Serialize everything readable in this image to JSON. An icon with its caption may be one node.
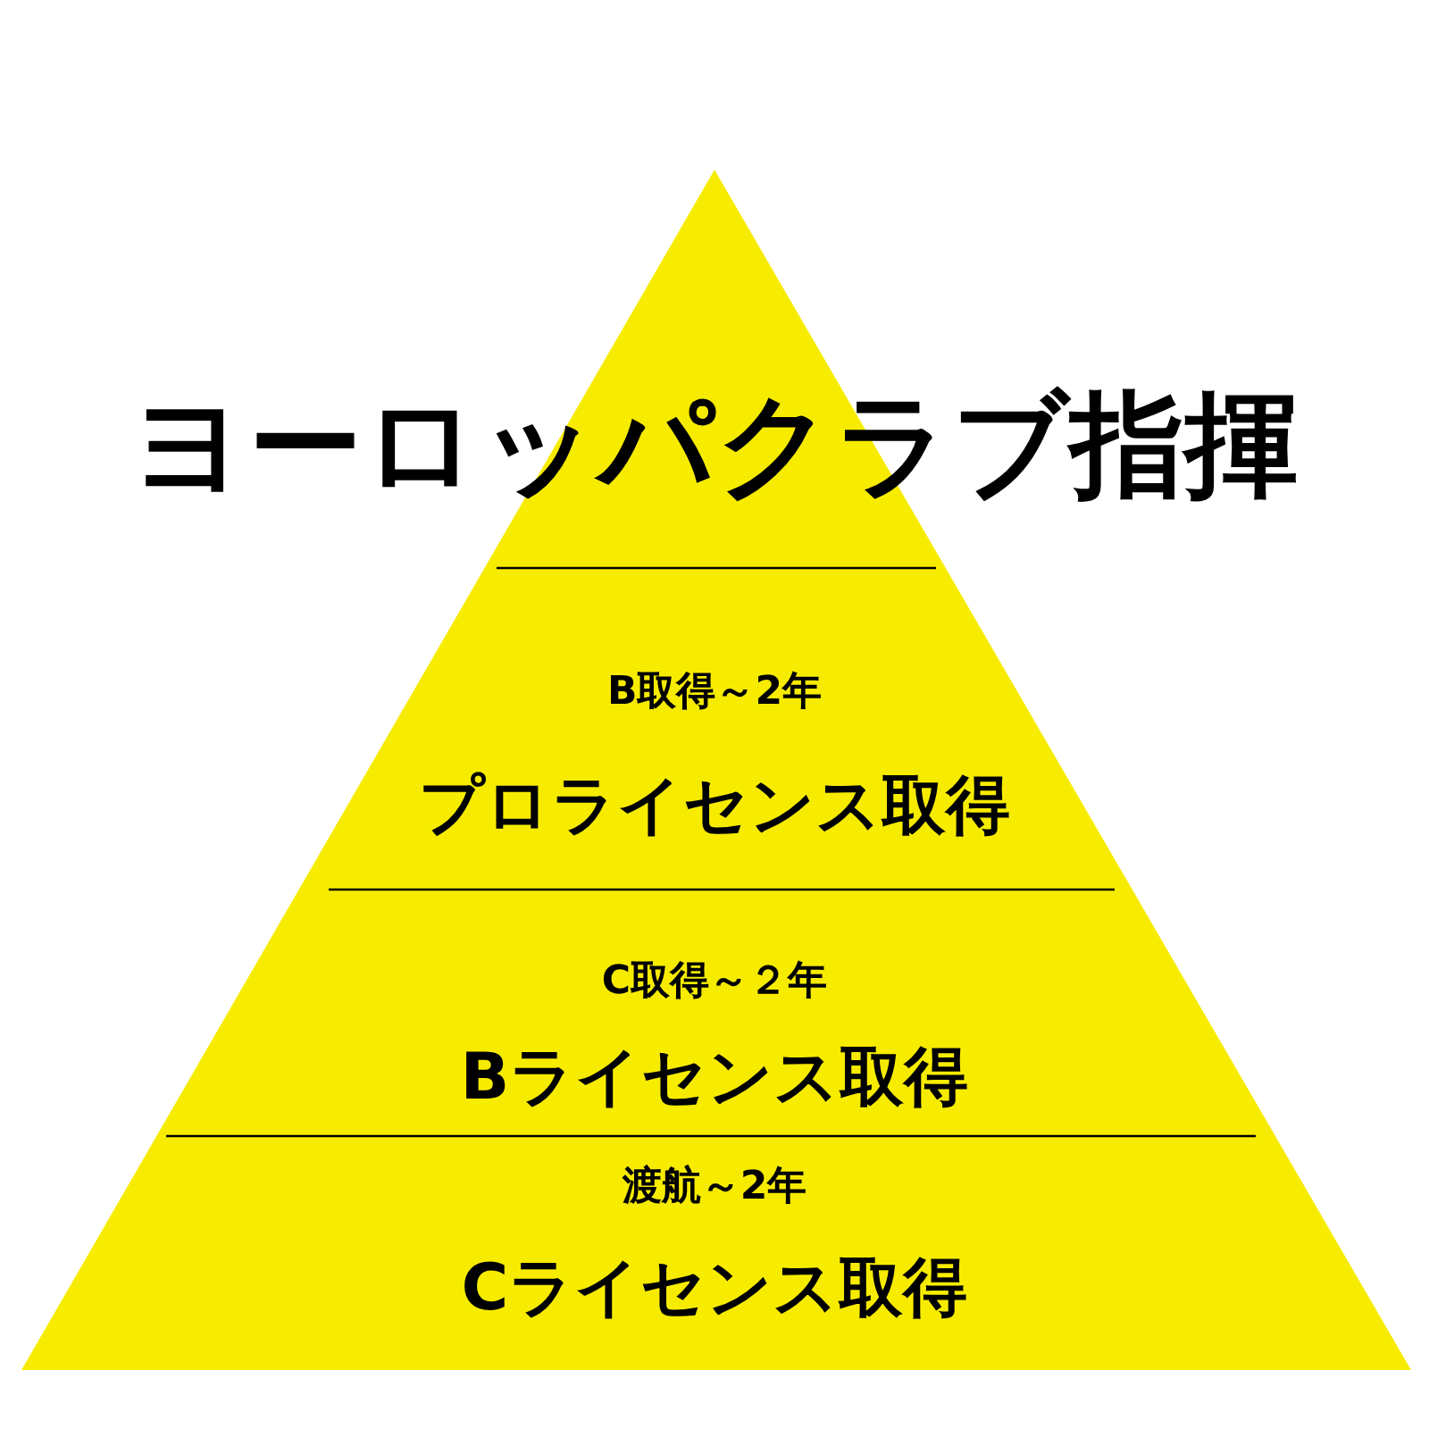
{
  "diagram": {
    "nodes": [
      {
        "text": [
          "ヨーロッパクラブ指揮"
        ]
      },
      {
        "text": [
          "B取得～2年",
          "プロライセンス取得"
        ]
      },
      {
        "text": [
          "C取得～２年",
          "Bライセンス取得"
        ]
      },
      {
        "text": [
          "渡航～2年",
          "Cライセンス取得"
        ]
      }
    ]
  }
}
